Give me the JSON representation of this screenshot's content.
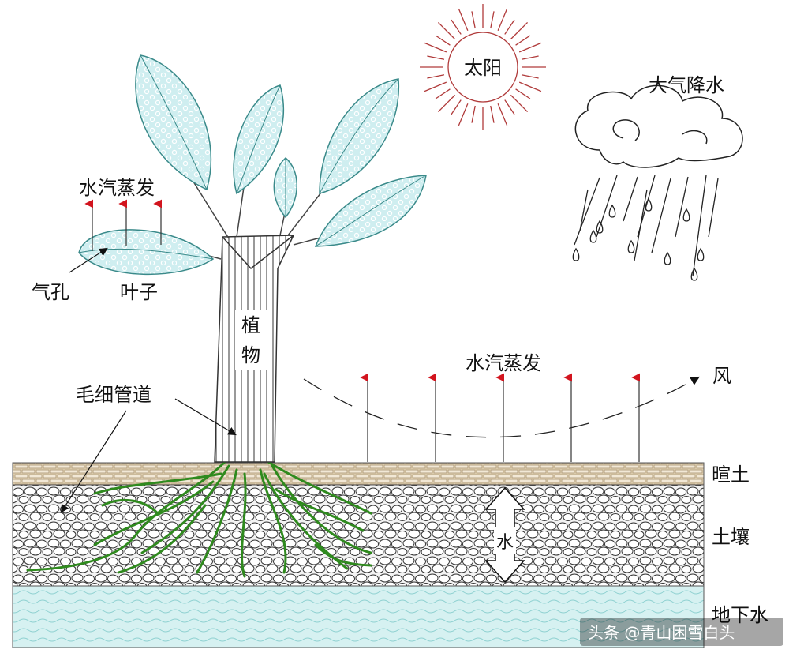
{
  "labels": {
    "sun": "太阳",
    "precipitation": "大气降水",
    "leaf_evaporation": "水汽蒸发",
    "stomata": "气孔",
    "leaf": "叶子",
    "plant_line1": "植",
    "plant_line2": "物",
    "capillary": "毛细管道",
    "soil_evaporation": "水汽蒸发",
    "wind": "风",
    "topsoil": "暄土",
    "soil": "土壤",
    "water": "水",
    "groundwater": "地下水"
  },
  "watermark": "头条 @青山困雪白头",
  "colors": {
    "leaf_fill": "#cfeef0",
    "leaf_stroke": "#3a8a8a",
    "root": "#2f8a1e",
    "arrow_red": "#d2141e",
    "sun": "#b03a3a",
    "topsoil": "#d9c8a8",
    "soil_bg": "#f4f4f4",
    "groundwater": "#d6f1f1"
  }
}
